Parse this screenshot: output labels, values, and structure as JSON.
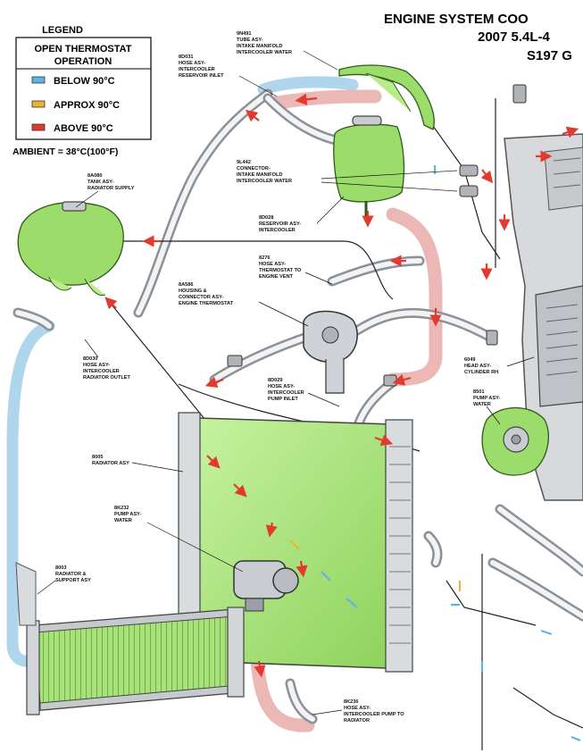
{
  "title": {
    "line1": "ENGINE SYSTEM COO",
    "line2": "2007 5.4L-4",
    "line3": "S197 G"
  },
  "legend": {
    "heading": "LEGEND",
    "box_title_1": "OPEN THERMOSTAT",
    "box_title_2": "OPERATION",
    "items": [
      {
        "label": "BELOW 90°C",
        "color": "#5fb4e6"
      },
      {
        "label": "APPROX 90°C",
        "color": "#e9b632"
      },
      {
        "label": "ABOVE 90°C",
        "color": "#e23a2f"
      }
    ],
    "ambient": "AMBIENT = 38°C(100°F)"
  },
  "colors": {
    "hot_flow": "#e23a2f",
    "cold_flow": "#5fb4e6",
    "warm_flow": "#e9b632",
    "component_green": "#9bdc6b"
  },
  "parts": [
    {
      "id": "p1",
      "lines": [
        "9N491",
        "TUBE ASY-",
        "INTAKE MANIFOLD",
        "INTERCOOLER WATER"
      ]
    },
    {
      "id": "p2",
      "lines": [
        "8D031",
        "HOSE ASY-",
        "INTERCOOLER",
        "RESERVOIR INLET"
      ]
    },
    {
      "id": "p3",
      "lines": [
        "8A080",
        "TANK ASY-",
        "RADIATOR SUPPLY"
      ]
    },
    {
      "id": "p4",
      "lines": [
        "9L442",
        "CONNECTOR-",
        "INTAKE MANIFOLD",
        "INTERCOOLER WATER"
      ]
    },
    {
      "id": "p5",
      "lines": [
        "8D028",
        "RESERVOIR ASY-",
        "INTERCOOLER"
      ]
    },
    {
      "id": "p6",
      "lines": [
        "8276",
        "HOSE ASY-",
        "THERMOSTAT TO",
        "ENGINE VENT"
      ]
    },
    {
      "id": "p7",
      "lines": [
        "8A586",
        "HOUSING &",
        "CONNECTOR ASY-",
        "ENGINE THERMOSTAT"
      ]
    },
    {
      "id": "p8",
      "lines": [
        "8D030",
        "HOSE ASY-",
        "INTERCOOLER",
        "RADIATOR OUTLET"
      ]
    },
    {
      "id": "p9",
      "lines": [
        "8D029",
        "HOSE ASY-",
        "INTERCOOLER",
        "PUMP INLET"
      ]
    },
    {
      "id": "p10",
      "lines": [
        "6049",
        "HEAD ASY-",
        "CYLINDER RH"
      ]
    },
    {
      "id": "p11",
      "lines": [
        "8501",
        "PUMP ASY-",
        "WATER"
      ]
    },
    {
      "id": "p12",
      "lines": [
        "8005",
        "RADIATOR ASY"
      ]
    },
    {
      "id": "p13",
      "lines": [
        "8K232",
        "PUMP ASY-",
        "WATER"
      ]
    },
    {
      "id": "p14",
      "lines": [
        "8003",
        "RADIATOR &",
        "SUPPORT ASY"
      ]
    },
    {
      "id": "p15",
      "lines": [
        "8K236",
        "HOSE ASY-",
        "INTERCOOLER PUMP TO",
        "RADIATOR"
      ]
    }
  ]
}
